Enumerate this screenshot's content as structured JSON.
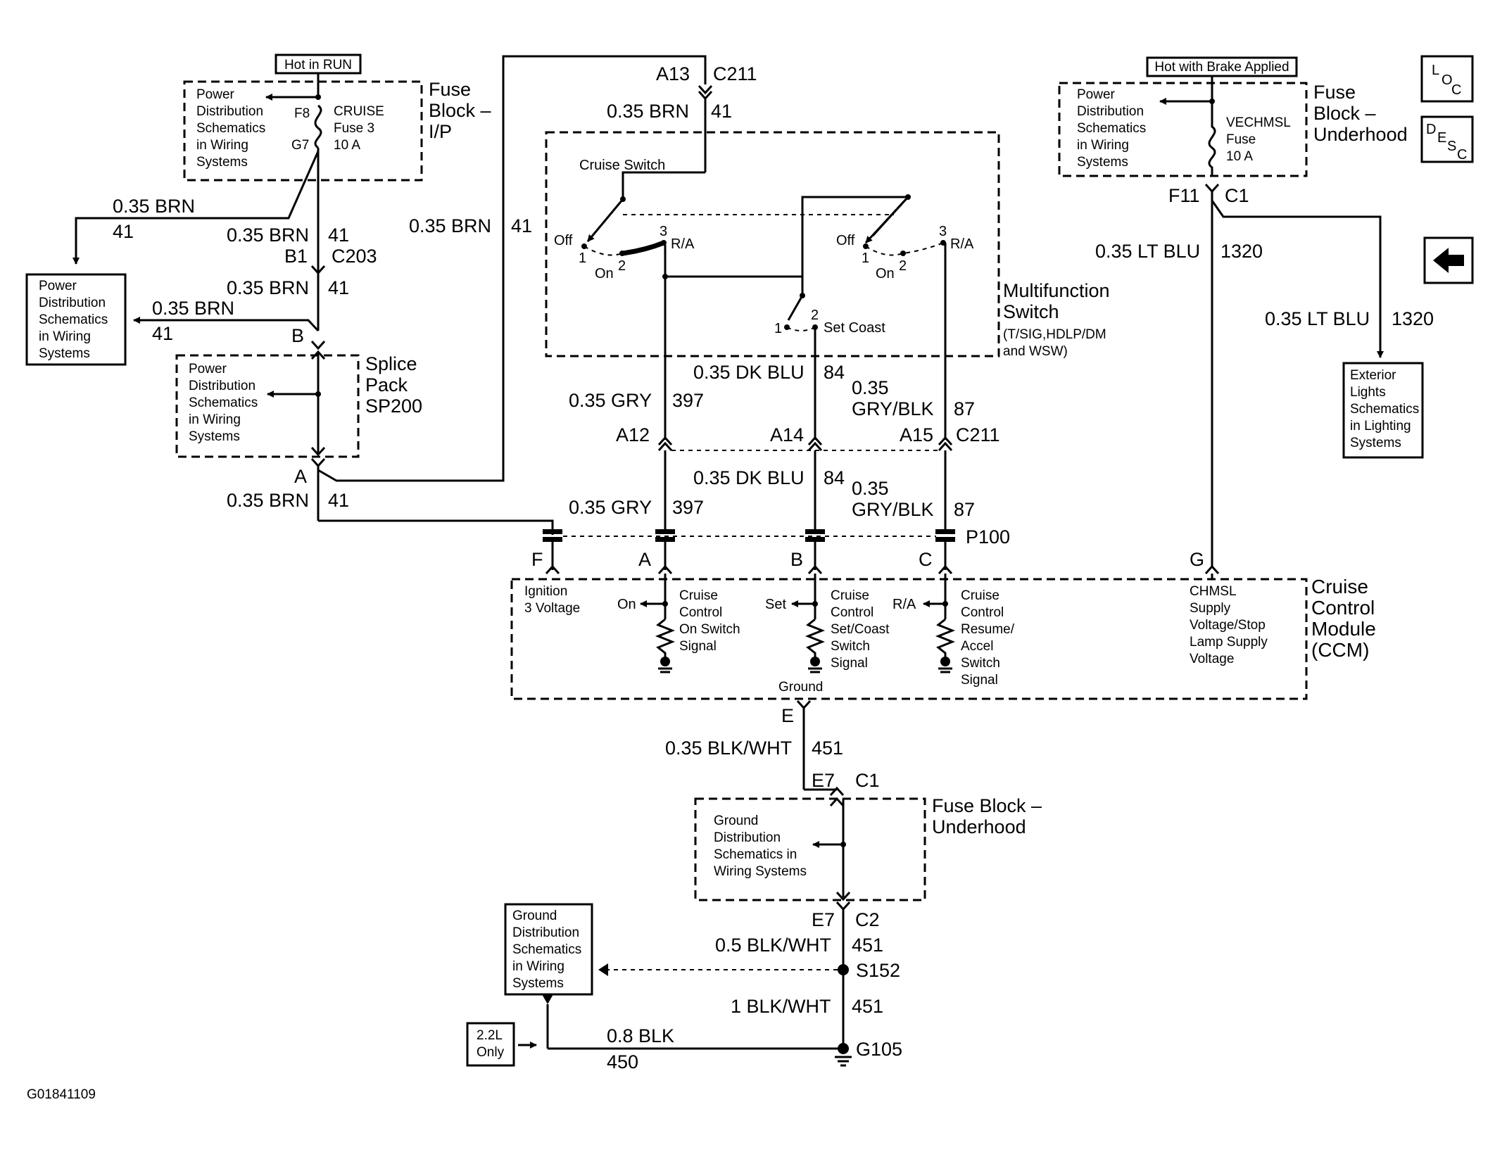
{
  "figure_id": "G01841109",
  "nav": {
    "loc_label": [
      "L",
      "O",
      "C"
    ],
    "desc_label": [
      "D",
      "E",
      "S",
      "C"
    ],
    "back_symbol": "arrow-left-icon"
  },
  "fuse_block_ip": {
    "tag": "Hot in RUN",
    "name": [
      "Fuse",
      "Block –",
      "I/P"
    ],
    "ref_box": [
      "Power",
      "Distribution",
      "Schematics",
      "in Wiring",
      "Systems"
    ],
    "fuse_name": [
      "CRUISE",
      "Fuse 3",
      "10 A"
    ],
    "pin_in": "F8",
    "pin_out": "G7"
  },
  "fuse_block_underhood_top": {
    "tag": "Hot with Brake Applied",
    "name": [
      "Fuse",
      "Block –",
      "Underhood"
    ],
    "ref_box": [
      "Power",
      "Distribution",
      "Schematics",
      "in Wiring",
      "Systems"
    ],
    "fuse_name": [
      "VECHMSL",
      "Fuse",
      "10 A"
    ],
    "pin": "F11",
    "connector": "C1"
  },
  "left_ref_box": [
    "Power",
    "Distribution",
    "Schematics",
    "in Wiring",
    "Systems"
  ],
  "exterior_lights_box": [
    "Exterior",
    "Lights",
    "Schematics",
    "in Lighting",
    "Systems"
  ],
  "splice_pack": {
    "name": [
      "Splice",
      "Pack",
      "SP200"
    ],
    "ref_box": [
      "Power",
      "Distribution",
      "Schematics",
      "in Wiring",
      "Systems"
    ],
    "pin_b": "B",
    "pin_a": "A"
  },
  "wires": {
    "brn_size": "0.35 BRN",
    "brn_circuit": "41",
    "c203_pin": "B1",
    "c203": "C203",
    "c211_top_pin": "A13",
    "c211": "C211",
    "lt_blu_size": "0.35 LT BLU",
    "lt_blu_circuit": "1320",
    "gry_size": "0.35 GRY",
    "gry_circuit": "397",
    "dk_blu_size": "0.35 DK BLU",
    "dk_blu_circuit": "84",
    "gry_blk_size": [
      "0.35",
      "GRY/BLK"
    ],
    "gry_blk_circuit": "87",
    "c211_pins": [
      "A12",
      "A14",
      "A15"
    ],
    "p100": "P100",
    "blk_wht_size_1": "0.35 BLK/WHT",
    "blk_wht_circuit": "451",
    "blk_wht_size_2": "0.5 BLK/WHT",
    "blk_wht_size_3": "1 BLK/WHT",
    "blk_size": "0.8 BLK",
    "blk_circuit": "450"
  },
  "multifunction_switch": {
    "name": [
      "Multifunction",
      "Switch"
    ],
    "subtitle": [
      "(T/SIG,HDLP/DM",
      "and WSW)"
    ],
    "cruise_switch": "Cruise Switch",
    "off": "Off",
    "on": "On",
    "ra": "R/A",
    "set_coast": "Set Coast",
    "n1": "1",
    "n2": "2",
    "n3": "3"
  },
  "ccm": {
    "name": [
      "Cruise",
      "Control",
      "Module",
      "(CCM)"
    ],
    "pins": [
      "F",
      "A",
      "B",
      "C",
      "G"
    ],
    "ignition": [
      "Ignition",
      "3 Voltage"
    ],
    "on": "On",
    "set": "Set",
    "ra": "R/A",
    "on_signal": [
      "Cruise",
      "Control",
      "On Switch",
      "Signal"
    ],
    "set_signal": [
      "Cruise",
      "Control",
      "Set/Coast",
      "Switch",
      "Signal"
    ],
    "resume_signal": [
      "Cruise",
      "Control",
      "Resume/",
      "Accel",
      "Switch",
      "Signal"
    ],
    "chmsl": [
      "CHMSL",
      "Supply",
      "Voltage/Stop",
      "Lamp Supply",
      "Voltage"
    ],
    "ground": "Ground",
    "ground_pin": "E"
  },
  "fuse_block_underhood_bottom": {
    "name": [
      "Fuse Block –",
      "Underhood"
    ],
    "ref_box": [
      "Ground",
      "Distribution",
      "Schematics in",
      "Wiring Systems"
    ],
    "pin": "E7",
    "c1": "C1",
    "c2": "C2"
  },
  "ground_ref_box": [
    "Ground",
    "Distribution",
    "Schematics",
    "in Wiring",
    "Systems"
  ],
  "splice_s152": "S152",
  "ground_g105": "G105",
  "engine_box": [
    "2.2L",
    "Only"
  ]
}
